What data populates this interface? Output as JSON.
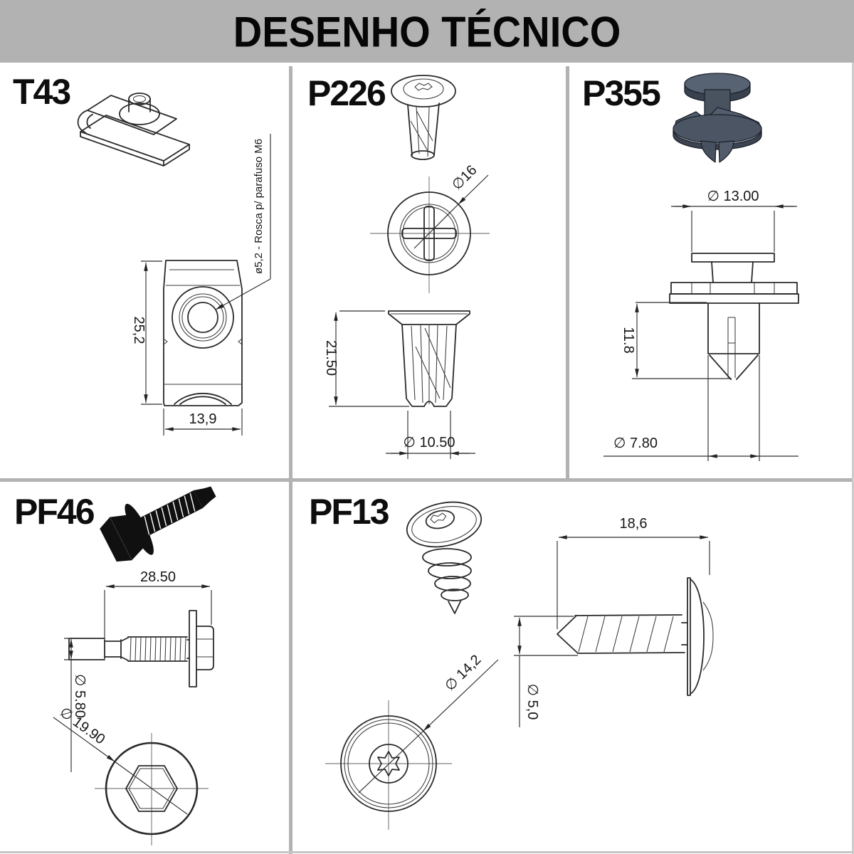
{
  "header": {
    "title": "DESENHO TÉCNICO"
  },
  "colors": {
    "header_bg": "#b2b2b2",
    "divider": "#b2b2b2",
    "drawing_line": "#2a2a2a",
    "render_fill": "#4b5564",
    "silhouette": "#101010"
  },
  "parts": [
    {
      "code": "T43",
      "dims": {
        "height": "25,2",
        "width": "13,9"
      },
      "note": "ø5,2 - Rosca p/ parafuso M6"
    },
    {
      "code": "P226",
      "dims": {
        "top_diameter": "∅16",
        "length": "21.50",
        "body_diameter": "∅ 10.50"
      }
    },
    {
      "code": "P355",
      "dims": {
        "head_diameter": "∅ 13.00",
        "pin_length": "11.8",
        "shaft_diameter": "∅ 7.80"
      }
    },
    {
      "code": "PF46",
      "dims": {
        "length": "28.50",
        "thread_diameter": "∅ 5.80",
        "head_diameter": "∅ 19.90"
      }
    },
    {
      "code": "PF13",
      "dims": {
        "length": "18,6",
        "thread_diameter": "∅ 5,0",
        "head_diameter": "∅ 14,2"
      }
    }
  ]
}
